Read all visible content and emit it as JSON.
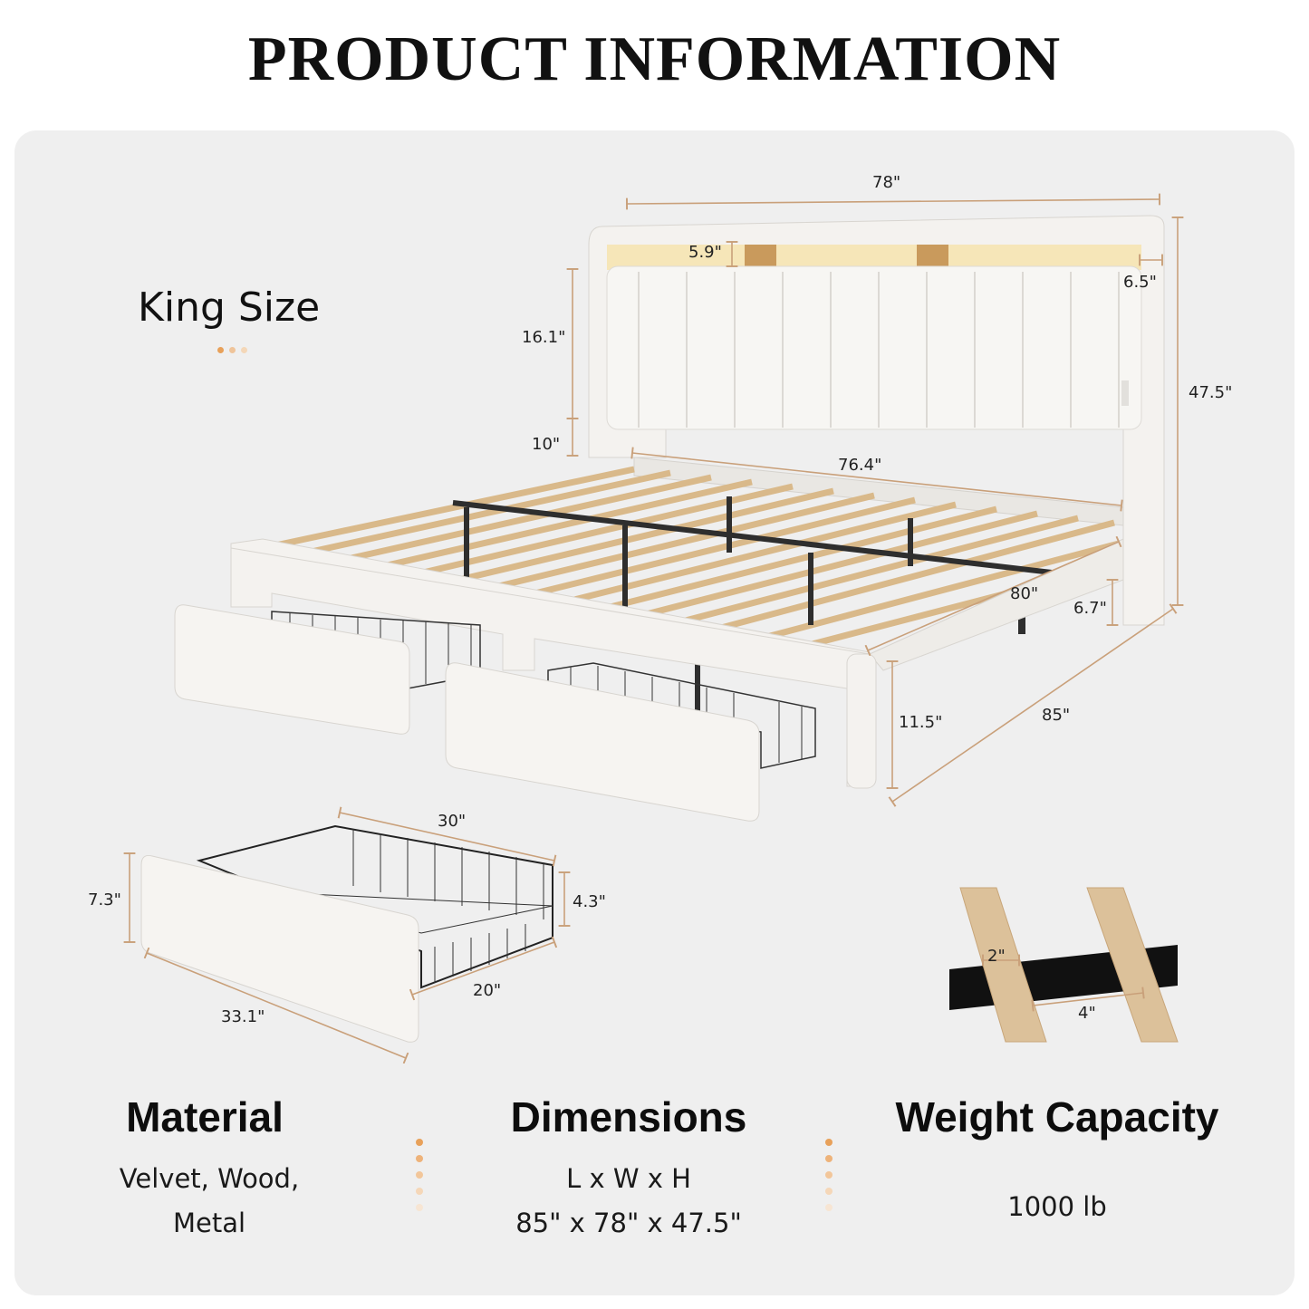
{
  "title": "PRODUCT INFORMATION",
  "size_label": "King Size",
  "colors": {
    "accent": "#e8a15a",
    "fabric": "#f4f2ef",
    "panel": "#efefef",
    "wood": "#d9b98a",
    "metal": "#2a2a2a"
  },
  "dimensions": {
    "width_top": "78\"",
    "shelf_height": "5.9\"",
    "wing_depth": "6.5\"",
    "headboard_upper": "16.1\"",
    "headboard_lower": "10\"",
    "total_height": "47.5\"",
    "inner_width": "76.4\"",
    "inner_length": "80\"",
    "leg_clearance": "6.7\"",
    "frame_height": "11.5\"",
    "total_length": "85\"",
    "drawer_depth": "30\"",
    "drawer_front_height": "7.3\"",
    "basket_height": "4.3\"",
    "basket_width": "20\"",
    "drawer_front_width": "33.1\"",
    "slat_width": "2\"",
    "slat_gap": "4\""
  },
  "info": [
    {
      "title": "Material",
      "lines": [
        "Velvet, Wood,",
        "Metal"
      ]
    },
    {
      "title": "Dimensions",
      "lines": [
        "L x W x H",
        "85\" x 78\" x 47.5\""
      ]
    },
    {
      "title": "Weight Capacity",
      "lines": [
        "1000 lb"
      ]
    }
  ]
}
